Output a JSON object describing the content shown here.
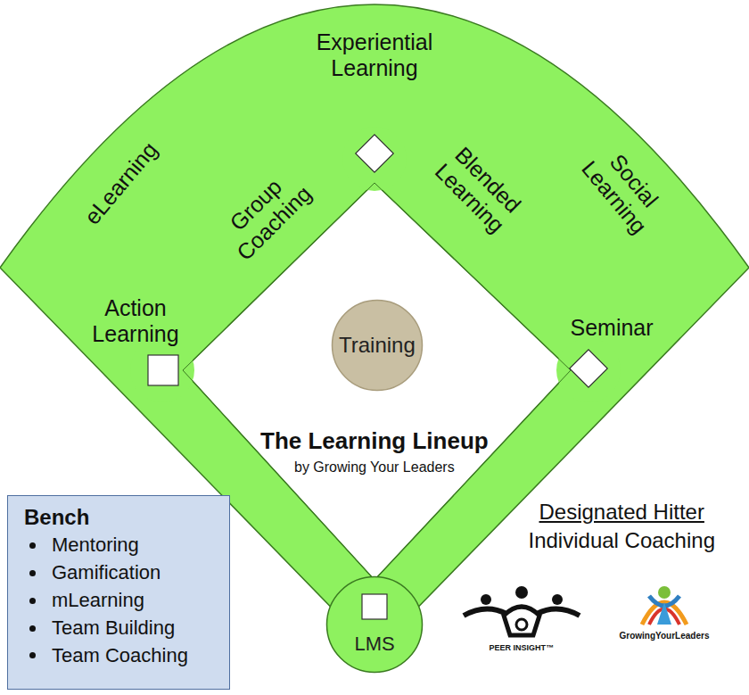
{
  "diagram": {
    "title": "The Learning Lineup",
    "caption": "by Growing Your Leaders",
    "nodes": [
      {
        "text": [
          "Training"
        ]
      },
      {
        "text": [
          "LMS"
        ]
      },
      {
        "text": [
          "Bench",
          "Mentoring",
          "Gamification",
          "mLearning",
          "Team Building",
          "Team Coaching"
        ]
      }
    ],
    "labels": [
      "Experiential Learning",
      "eLearning",
      "Group Coaching",
      "Blended Learning",
      "Social Learning",
      "Action Learning",
      "Seminar",
      "Designated Hitter",
      "Individual Coaching",
      "PEER INSIGHT™",
      "GrowingYourLeaders"
    ]
  }
}
